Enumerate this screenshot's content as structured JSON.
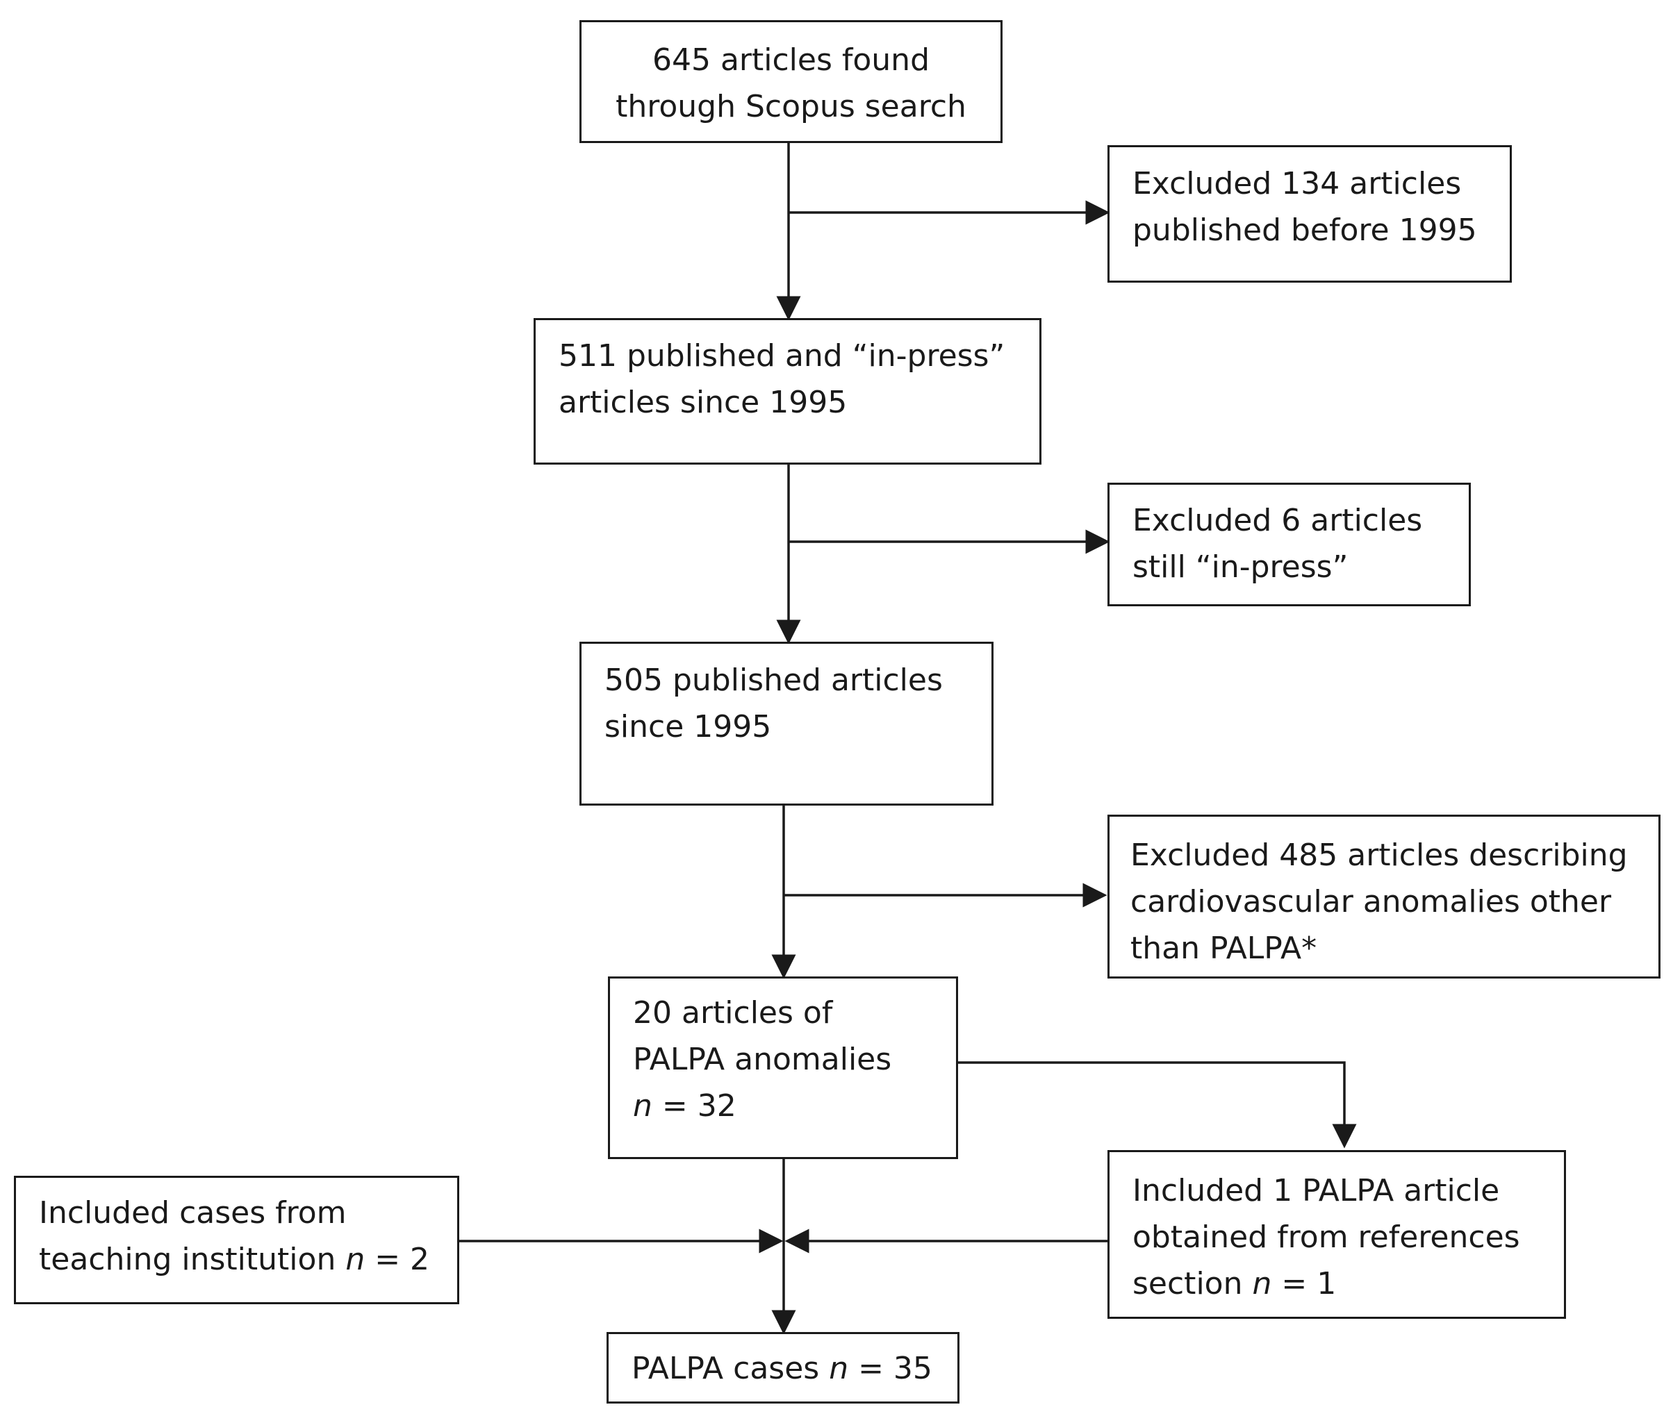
{
  "boxes": {
    "scopus_search": {
      "lines": [
        "645 articles found",
        "through Scopus search"
      ]
    },
    "excluded_pre1995": {
      "lines": [
        "Excluded 134 articles",
        "published before 1995"
      ]
    },
    "published_inpress": {
      "lines": [
        "511 published and “in-press”",
        "articles since 1995"
      ]
    },
    "excluded_inpress": {
      "lines": [
        "Excluded 6 articles",
        "still “in-press”"
      ]
    },
    "published_505": {
      "lines": [
        "505 published articles",
        "since 1995"
      ]
    },
    "excluded_other": {
      "lines": [
        "Excluded 485 articles describing",
        "cardiovascular anomalies other",
        "than PALPA*"
      ]
    },
    "palpa_articles": {
      "line1": "20 articles of",
      "line2": "PALPA anomalies",
      "n_var": "n",
      "n_rest": " = 32"
    },
    "teaching_cases": {
      "line1": "Included cases from",
      "line2_pre": "teaching institution ",
      "n_var": "n",
      "n_rest": " = 2"
    },
    "references_article": {
      "line1": "Included 1  PALPA article",
      "line2": "obtained from references",
      "line3_pre": "section ",
      "n_var": "n",
      "n_rest": " = 1"
    },
    "palpa_cases": {
      "text_pre": "PALPA cases ",
      "n_var": "n",
      "n_rest": " = 35"
    }
  }
}
